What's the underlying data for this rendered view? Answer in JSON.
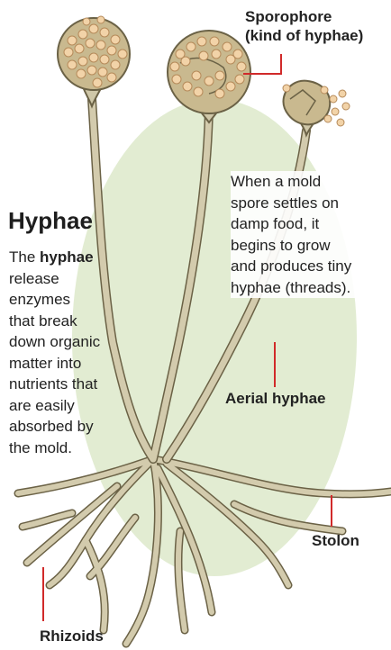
{
  "labels": {
    "sporophore_line1": "Sporophore",
    "sporophore_line2": "(kind of hyphae)",
    "aerial_hyphae": "Aerial hyphae",
    "stolon": "Stolon",
    "rhizoids": "Rhizoids"
  },
  "title": "Hyphae",
  "description": {
    "intro": "The ",
    "bold": "hyphae",
    "lines": [
      "release",
      "enzymes",
      "that break",
      "down organic",
      "matter into",
      "nutrients that",
      "are easily",
      "absorbed by",
      "the mold."
    ]
  },
  "callout": {
    "lines": [
      "When a mold",
      "spore settles on",
      "damp food, it",
      "begins to grow",
      "and produces tiny",
      "hyphae (threads)."
    ]
  },
  "colors": {
    "background_blob": "#e2ecd2",
    "hypha_fill": "#cfc7a8",
    "hypha_outline": "#6b6246",
    "spore_fill": "#f2d3a8",
    "spore_outline": "#b58a5a",
    "sporangium_fill": "#c9b98f",
    "leader_line": "#d12a2a"
  }
}
